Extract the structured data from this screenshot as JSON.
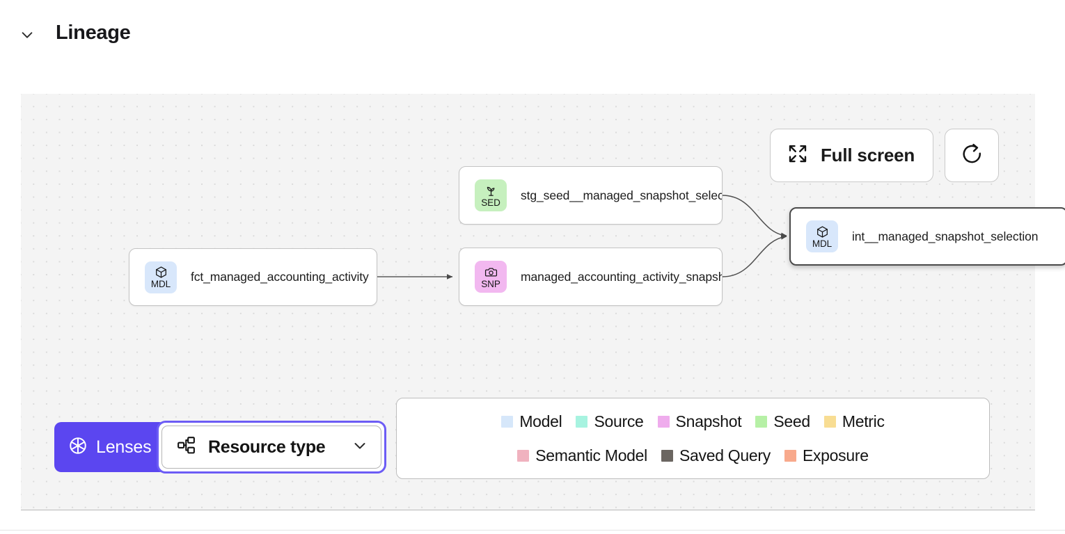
{
  "section": {
    "title": "Lineage",
    "collapse_icon": "chevron-down-icon",
    "expanded": true
  },
  "toolbar": {
    "fullscreen_label": "Full screen",
    "fullscreen_icon": "expand-arrows-icon",
    "refresh_icon": "refresh-icon"
  },
  "graph": {
    "nodes": [
      {
        "id": "fct_managed_accounting_activity",
        "label": "fct_managed_accounting_activity",
        "badge": "MDL",
        "badge_icon": "cube-icon",
        "resource_type": "Model",
        "badge_color": "#d8e7fb",
        "selected": false
      },
      {
        "id": "stg_seed__managed_snapshot_selection",
        "label": "stg_seed__managed_snapshot_selecti...",
        "badge": "SED",
        "badge_icon": "seedling-icon",
        "resource_type": "Seed",
        "badge_color": "#c6f0be",
        "selected": false
      },
      {
        "id": "managed_accounting_activity_snapshot",
        "label": "managed_accounting_activity_snapshot",
        "badge": "SNP",
        "badge_icon": "camera-icon",
        "resource_type": "Snapshot",
        "badge_color": "#f2b8f0",
        "selected": false
      },
      {
        "id": "int__managed_snapshot_selection",
        "label": "int__managed_snapshot_selection",
        "badge": "MDL",
        "badge_icon": "cube-icon",
        "resource_type": "Model",
        "badge_color": "#d8e7fb",
        "selected": true
      }
    ]
  },
  "controls": {
    "lenses_label": "Lenses",
    "lenses_icon": "aperture-icon",
    "lenses_color": "#5b46f0",
    "resource_type_label": "Resource type",
    "resource_type_icon": "hierarchy-icon",
    "resource_type_chevron": "chevron-down-icon",
    "resource_type_focused": true,
    "focus_ring_color": "#6c5cf5"
  },
  "legend": {
    "row1": [
      {
        "label": "Model",
        "color": "#d6e7fa"
      },
      {
        "label": "Source",
        "color": "#a7f3e0"
      },
      {
        "label": "Snapshot",
        "color": "#efaced"
      },
      {
        "label": "Seed",
        "color": "#b6f0a6"
      },
      {
        "label": "Metric",
        "color": "#f8dd93"
      }
    ],
    "row2": [
      {
        "label": "Semantic Model",
        "color": "#f0b2bf"
      },
      {
        "label": "Saved Query",
        "color": "#6b6661"
      },
      {
        "label": "Exposure",
        "color": "#f8a98c"
      }
    ]
  }
}
